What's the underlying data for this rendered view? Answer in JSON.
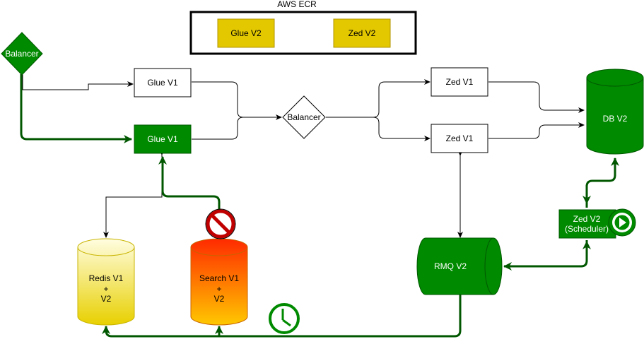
{
  "ecr": {
    "title": "AWS ECR",
    "glue": "Glue V2",
    "zed": "Zed V2"
  },
  "balancer_top": "Balancer",
  "balancer_mid": "Balancer",
  "glue_v1_top": "Glue V1",
  "glue_v1_bottom": "Glue V1",
  "zed_v1_top": "Zed V1",
  "zed_v1_bottom": "Zed V1",
  "db": "DB V2",
  "scheduler": {
    "line1": "Zed V2",
    "line2": "(Scheduler)"
  },
  "rmq": "RMQ V2",
  "redis": {
    "line1": "Redis V1",
    "line2": "+",
    "line3": "V2"
  },
  "search": {
    "line1": "Search V1",
    "line2": "+",
    "line3": "V2"
  },
  "colors": {
    "green": "#008a00",
    "dark_green": "#005700",
    "yellow_box": "#e3c800",
    "red": "#e51400",
    "white": "#ffffff"
  },
  "icons": [
    "prohibited-icon",
    "play-icon",
    "clock-icon"
  ]
}
